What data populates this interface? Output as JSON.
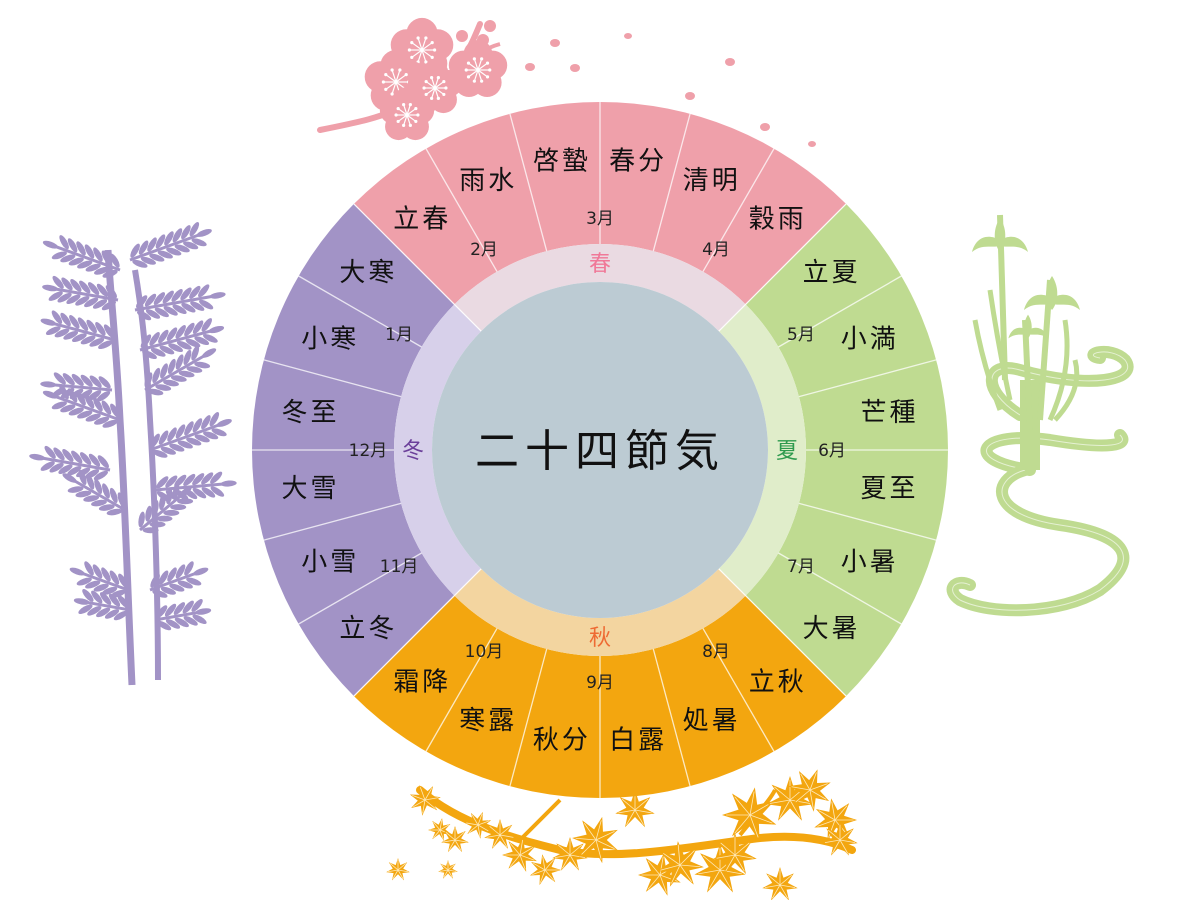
{
  "title": "二十四節気",
  "colors": {
    "spring": "#efa0aa",
    "spring_ring": "#eadae2",
    "spring_label": "#f07898",
    "summer": "#bfdb91",
    "summer_ring": "#e0edca",
    "summer_label": "#2e9a4e",
    "autumn": "#f3a60f",
    "autumn_ring": "#f3d5a0",
    "autumn_label": "#ee6a33",
    "winter": "#a293c6",
    "winter_ring": "#d7d0ea",
    "winter_label": "#6b3f9a",
    "center": "#bccbd3"
  },
  "seasons": [
    {
      "key": "spring",
      "label": "春"
    },
    {
      "key": "summer",
      "label": "夏"
    },
    {
      "key": "autumn",
      "label": "秋"
    },
    {
      "key": "winter",
      "label": "冬"
    }
  ],
  "months": [
    "1月",
    "2月",
    "3月",
    "4月",
    "5月",
    "6月",
    "7月",
    "8月",
    "9月",
    "10月",
    "11月",
    "12月"
  ],
  "terms": [
    {
      "name": "立春",
      "season": "spring"
    },
    {
      "name": "雨水",
      "season": "spring"
    },
    {
      "name": "啓蟄",
      "season": "spring"
    },
    {
      "name": "春分",
      "season": "spring"
    },
    {
      "name": "清明",
      "season": "spring"
    },
    {
      "name": "穀雨",
      "season": "spring"
    },
    {
      "name": "立夏",
      "season": "summer"
    },
    {
      "name": "小満",
      "season": "summer"
    },
    {
      "name": "芒種",
      "season": "summer"
    },
    {
      "name": "夏至",
      "season": "summer"
    },
    {
      "name": "小暑",
      "season": "summer"
    },
    {
      "name": "大暑",
      "season": "summer"
    },
    {
      "name": "立秋",
      "season": "autumn"
    },
    {
      "name": "処暑",
      "season": "autumn"
    },
    {
      "name": "白露",
      "season": "autumn"
    },
    {
      "name": "秋分",
      "season": "autumn"
    },
    {
      "name": "寒露",
      "season": "autumn"
    },
    {
      "name": "霜降",
      "season": "autumn"
    },
    {
      "name": "立冬",
      "season": "winter"
    },
    {
      "name": "小雪",
      "season": "winter"
    },
    {
      "name": "大雪",
      "season": "winter"
    },
    {
      "name": "冬至",
      "season": "winter"
    },
    {
      "name": "小寒",
      "season": "winter"
    },
    {
      "name": "大寒",
      "season": "winter"
    }
  ],
  "decorations": [
    {
      "name": "plum-blossom-branch",
      "season": "spring"
    },
    {
      "name": "iris-stream",
      "season": "summer"
    },
    {
      "name": "maple-branch",
      "season": "autumn"
    },
    {
      "name": "nandina-plant",
      "season": "winter"
    }
  ]
}
